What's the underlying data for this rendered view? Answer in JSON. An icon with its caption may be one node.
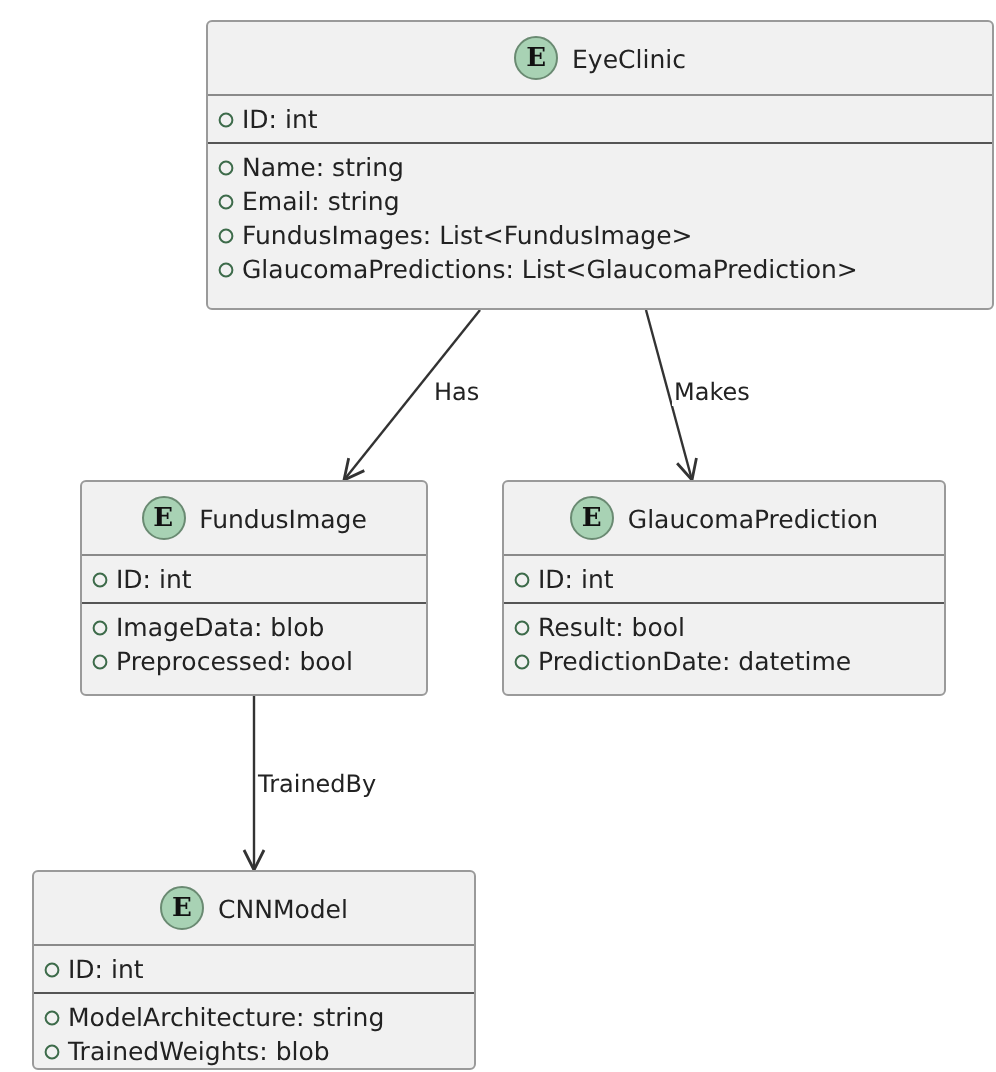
{
  "diagram": {
    "nodes": [
      {
        "text": [
          "E",
          "EyeClinic",
          "ID: int",
          "Name: string",
          "Email: string",
          "FundusImages: List<FundusImage>",
          "GlaucomaPredictions: List<GlaucomaPrediction>"
        ]
      },
      {
        "text": [
          "E",
          "FundusImage",
          "ID: int",
          "ImageData: blob",
          "Preprocessed: bool"
        ]
      },
      {
        "text": [
          "E",
          "GlaucomaPrediction",
          "ID: int",
          "Result: bool",
          "PredictionDate: datetime"
        ]
      },
      {
        "text": [
          "E",
          "CNNModel",
          "ID: int",
          "ModelArchitecture: string",
          "TrainedWeights: blob"
        ]
      }
    ],
    "edges": [
      {
        "from": 0,
        "to": 1,
        "arrow": "to",
        "label": "Has"
      },
      {
        "from": 0,
        "to": 2,
        "arrow": "to",
        "label": "Makes"
      },
      {
        "from": 1,
        "to": 3,
        "arrow": "to",
        "label": "TrainedBy"
      }
    ]
  }
}
